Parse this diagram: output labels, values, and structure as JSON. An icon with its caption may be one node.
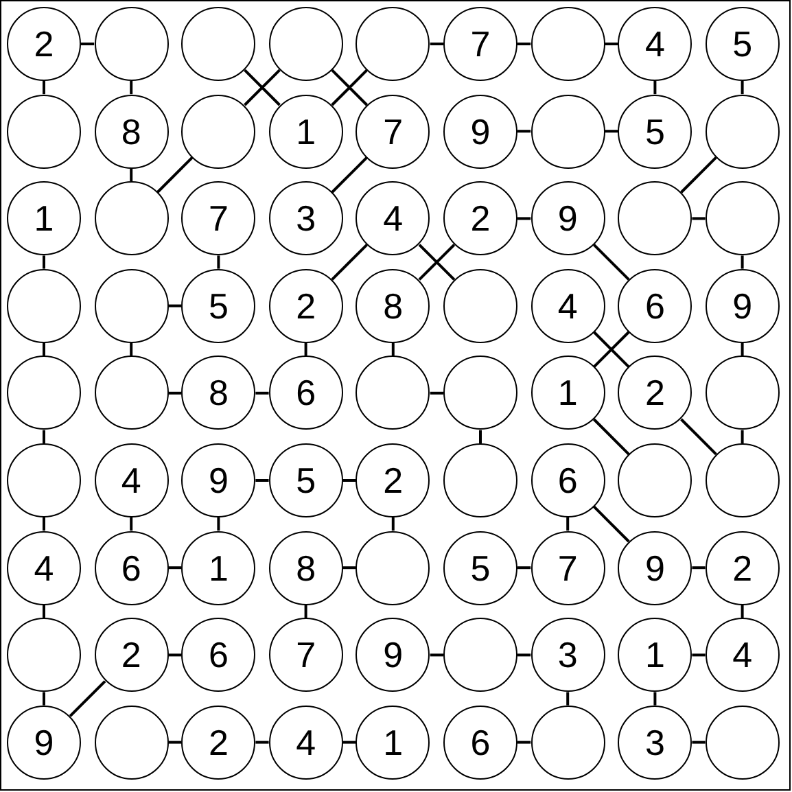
{
  "diagram": {
    "nodes": [
      {
        "text": [
          "2"
        ]
      },
      {
        "text": [],
        "shape": "circle"
      },
      {
        "text": [],
        "shape": "circle"
      },
      {
        "text": [],
        "shape": "circle"
      },
      {
        "text": [],
        "shape": "circle"
      },
      {
        "text": [
          "7"
        ]
      },
      {
        "text": [],
        "shape": "circle"
      },
      {
        "text": [
          "4"
        ]
      },
      {
        "text": [
          "5"
        ]
      },
      {
        "text": [],
        "shape": "circle"
      },
      {
        "text": [
          "8"
        ]
      },
      {
        "text": [],
        "shape": "circle"
      },
      {
        "text": [
          "1"
        ]
      },
      {
        "text": [
          "7"
        ]
      },
      {
        "text": [
          "9"
        ]
      },
      {
        "text": [],
        "shape": "circle"
      },
      {
        "text": [
          "5"
        ]
      },
      {
        "text": [],
        "shape": "circle"
      },
      {
        "text": [
          "1"
        ]
      },
      {
        "text": [],
        "shape": "circle"
      },
      {
        "text": [
          "7"
        ]
      },
      {
        "text": [
          "3"
        ]
      },
      {
        "text": [
          "4"
        ]
      },
      {
        "text": [
          "2"
        ]
      },
      {
        "text": [
          "9"
        ]
      },
      {
        "text": [],
        "shape": "circle"
      },
      {
        "text": [],
        "shape": "circle"
      },
      {
        "text": [],
        "shape": "circle"
      },
      {
        "text": [],
        "shape": "circle"
      },
      {
        "text": [
          "5"
        ]
      },
      {
        "text": [
          "2"
        ]
      },
      {
        "text": [
          "8"
        ]
      },
      {
        "text": [],
        "shape": "circle"
      },
      {
        "text": [
          "4"
        ]
      },
      {
        "text": [
          "6"
        ]
      },
      {
        "text": [
          "9"
        ]
      },
      {
        "text": [],
        "shape": "circle"
      },
      {
        "text": [],
        "shape": "circle"
      },
      {
        "text": [
          "8"
        ]
      },
      {
        "text": [
          "6"
        ]
      },
      {
        "text": [],
        "shape": "circle"
      },
      {
        "text": [],
        "shape": "circle"
      },
      {
        "text": [
          "1"
        ]
      },
      {
        "text": [
          "2"
        ]
      },
      {
        "text": [],
        "shape": "circle"
      },
      {
        "text": [],
        "shape": "circle"
      },
      {
        "text": [
          "4"
        ]
      },
      {
        "text": [
          "9"
        ]
      },
      {
        "text": [
          "5"
        ]
      },
      {
        "text": [
          "2"
        ]
      },
      {
        "text": [],
        "shape": "circle"
      },
      {
        "text": [
          "6"
        ]
      },
      {
        "text": [],
        "shape": "circle"
      },
      {
        "text": [],
        "shape": "circle"
      },
      {
        "text": [
          "4"
        ]
      },
      {
        "text": [
          "6"
        ]
      },
      {
        "text": [
          "1"
        ]
      },
      {
        "text": [
          "8"
        ]
      },
      {
        "text": [],
        "shape": "circle"
      },
      {
        "text": [
          "5"
        ]
      },
      {
        "text": [
          "7"
        ]
      },
      {
        "text": [
          "9"
        ]
      },
      {
        "text": [
          "2"
        ]
      },
      {
        "text": [],
        "shape": "circle"
      },
      {
        "text": [
          "2"
        ]
      },
      {
        "text": [
          "6"
        ]
      },
      {
        "text": [
          "7"
        ]
      },
      {
        "text": [
          "9"
        ]
      },
      {
        "text": [],
        "shape": "circle"
      },
      {
        "text": [
          "3"
        ]
      },
      {
        "text": [
          "1"
        ]
      },
      {
        "text": [
          "4"
        ]
      },
      {
        "text": [
          "9"
        ]
      },
      {
        "text": [],
        "shape": "circle"
      },
      {
        "text": [
          "2"
        ]
      },
      {
        "text": [
          "4"
        ]
      },
      {
        "text": [
          "1"
        ]
      },
      {
        "text": [
          "6"
        ]
      },
      {
        "text": [],
        "shape": "circle"
      },
      {
        "text": [
          "3"
        ]
      },
      {
        "text": [],
        "shape": "circle"
      }
    ],
    "edges": [
      {
        "from": 0,
        "to": 1,
        "arrow": "none"
      },
      {
        "from": 4,
        "to": 5,
        "arrow": "none"
      },
      {
        "from": 5,
        "to": 6,
        "arrow": "none"
      },
      {
        "from": 6,
        "to": 7,
        "arrow": "none"
      },
      {
        "from": 14,
        "to": 15,
        "arrow": "none"
      },
      {
        "from": 15,
        "to": 16,
        "arrow": "none"
      },
      {
        "from": 23,
        "to": 24,
        "arrow": "none"
      },
      {
        "from": 25,
        "to": 26,
        "arrow": "none"
      },
      {
        "from": 28,
        "to": 29,
        "arrow": "none"
      },
      {
        "from": 37,
        "to": 38,
        "arrow": "none"
      },
      {
        "from": 38,
        "to": 39,
        "arrow": "none"
      },
      {
        "from": 40,
        "to": 41,
        "arrow": "none"
      },
      {
        "from": 47,
        "to": 48,
        "arrow": "none"
      },
      {
        "from": 48,
        "to": 49,
        "arrow": "none"
      },
      {
        "from": 55,
        "to": 56,
        "arrow": "none"
      },
      {
        "from": 57,
        "to": 58,
        "arrow": "none"
      },
      {
        "from": 59,
        "to": 60,
        "arrow": "none"
      },
      {
        "from": 61,
        "to": 62,
        "arrow": "none"
      },
      {
        "from": 64,
        "to": 65,
        "arrow": "none"
      },
      {
        "from": 67,
        "to": 68,
        "arrow": "none"
      },
      {
        "from": 68,
        "to": 69,
        "arrow": "none"
      },
      {
        "from": 70,
        "to": 71,
        "arrow": "none"
      },
      {
        "from": 73,
        "to": 74,
        "arrow": "none"
      },
      {
        "from": 74,
        "to": 75,
        "arrow": "none"
      },
      {
        "from": 75,
        "to": 76,
        "arrow": "none"
      },
      {
        "from": 77,
        "to": 78,
        "arrow": "none"
      },
      {
        "from": 79,
        "to": 80,
        "arrow": "none"
      },
      {
        "from": 0,
        "to": 9,
        "arrow": "none"
      },
      {
        "from": 18,
        "to": 27,
        "arrow": "none"
      },
      {
        "from": 27,
        "to": 36,
        "arrow": "none"
      },
      {
        "from": 36,
        "to": 45,
        "arrow": "none"
      },
      {
        "from": 45,
        "to": 54,
        "arrow": "none"
      },
      {
        "from": 54,
        "to": 63,
        "arrow": "none"
      },
      {
        "from": 63,
        "to": 72,
        "arrow": "none"
      },
      {
        "from": 1,
        "to": 10,
        "arrow": "none"
      },
      {
        "from": 10,
        "to": 19,
        "arrow": "none"
      },
      {
        "from": 28,
        "to": 37,
        "arrow": "none"
      },
      {
        "from": 46,
        "to": 55,
        "arrow": "none"
      },
      {
        "from": 20,
        "to": 29,
        "arrow": "none"
      },
      {
        "from": 47,
        "to": 56,
        "arrow": "none"
      },
      {
        "from": 30,
        "to": 39,
        "arrow": "none"
      },
      {
        "from": 57,
        "to": 66,
        "arrow": "none"
      },
      {
        "from": 31,
        "to": 40,
        "arrow": "none"
      },
      {
        "from": 49,
        "to": 58,
        "arrow": "none"
      },
      {
        "from": 41,
        "to": 50,
        "arrow": "none"
      },
      {
        "from": 51,
        "to": 60,
        "arrow": "none"
      },
      {
        "from": 69,
        "to": 78,
        "arrow": "none"
      },
      {
        "from": 7,
        "to": 16,
        "arrow": "none"
      },
      {
        "from": 70,
        "to": 79,
        "arrow": "none"
      },
      {
        "from": 8,
        "to": 17,
        "arrow": "none"
      },
      {
        "from": 26,
        "to": 35,
        "arrow": "none"
      },
      {
        "from": 35,
        "to": 44,
        "arrow": "none"
      },
      {
        "from": 44,
        "to": 53,
        "arrow": "none"
      },
      {
        "from": 62,
        "to": 71,
        "arrow": "none"
      },
      {
        "from": 2,
        "to": 12,
        "arrow": "none"
      },
      {
        "from": 3,
        "to": 11,
        "arrow": "none"
      },
      {
        "from": 3,
        "to": 13,
        "arrow": "none"
      },
      {
        "from": 4,
        "to": 12,
        "arrow": "none"
      },
      {
        "from": 11,
        "to": 19,
        "arrow": "none"
      },
      {
        "from": 13,
        "to": 21,
        "arrow": "none"
      },
      {
        "from": 22,
        "to": 30,
        "arrow": "none"
      },
      {
        "from": 17,
        "to": 25,
        "arrow": "none"
      },
      {
        "from": 22,
        "to": 32,
        "arrow": "none"
      },
      {
        "from": 23,
        "to": 31,
        "arrow": "none"
      },
      {
        "from": 24,
        "to": 34,
        "arrow": "none"
      },
      {
        "from": 33,
        "to": 43,
        "arrow": "none"
      },
      {
        "from": 34,
        "to": 42,
        "arrow": "none"
      },
      {
        "from": 42,
        "to": 52,
        "arrow": "none"
      },
      {
        "from": 43,
        "to": 53,
        "arrow": "none"
      },
      {
        "from": 51,
        "to": 61,
        "arrow": "none"
      },
      {
        "from": 64,
        "to": 72,
        "arrow": "none"
      }
    ]
  }
}
